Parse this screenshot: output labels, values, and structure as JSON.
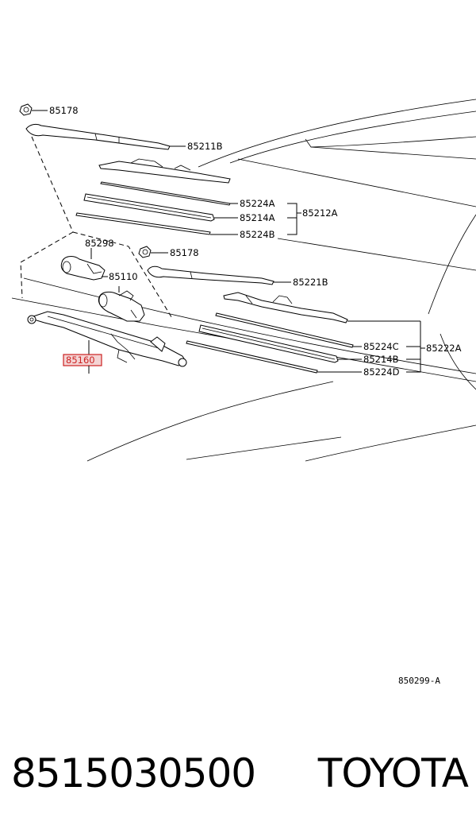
{
  "diagram": {
    "callouts": {
      "nut_top": "85178",
      "arm_top": "85211B",
      "insert_a": "85224A",
      "rubber_a": "85214A",
      "insert_b": "85224B",
      "blade_assy_a": "85212A",
      "bracket": "85298",
      "nut_mid": "85178",
      "motor": "85110",
      "arm_bottom": "85221B",
      "linkage": "85160",
      "insert_c": "85224C",
      "rubber_b": "85214B",
      "insert_d": "85224D",
      "blade_assy_b": "85222A"
    },
    "highlight_color": "#cc2222",
    "diagram_ref": "850299-A"
  },
  "footer": {
    "part_number": "8515030500",
    "brand": "TOYOTA"
  }
}
